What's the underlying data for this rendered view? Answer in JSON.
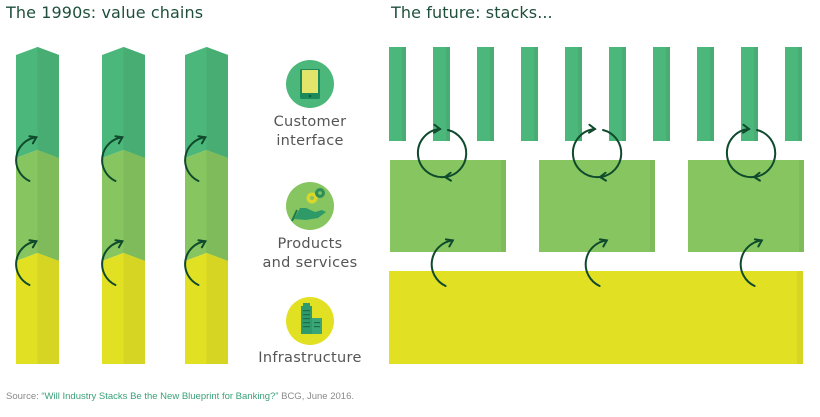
{
  "titles": {
    "left": "The 1990s: value chains",
    "right": "The future: stacks..."
  },
  "layers": [
    {
      "id": "customer-interface",
      "label_lines": [
        "Customer",
        "interface"
      ],
      "icon": "smartphone-icon",
      "color": "#4cb77a"
    },
    {
      "id": "products-and-services",
      "label_lines": [
        "Products",
        "and services"
      ],
      "icon": "hand-with-gears-icon",
      "color": "#86c55f"
    },
    {
      "id": "infrastructure",
      "label_lines": [
        "Infrastructure"
      ],
      "icon": "office-buildings-icon",
      "color": "#e1e023"
    }
  ],
  "value_chains": {
    "count": 3,
    "arrow_icon": "cycle-arrow-icon"
  },
  "stacks": {
    "customer_interface_bars": 10,
    "products_services_blocks": 3,
    "infrastructure_blocks": 1
  },
  "colors": {
    "dark_green": "#4cb77a",
    "dark_green_shade": "#47ad72",
    "light_green": "#86c55f",
    "light_green_shade": "#7fbb5a",
    "yellow": "#e1e023",
    "yellow_shade": "#d6d523",
    "arrow": "#0f4a2c",
    "title": "#1f4f3c",
    "source_link": "#3aa07a"
  },
  "source": {
    "prefix": "Source: ",
    "title": "“Will Industry Stacks Be the New Blueprint for Banking?”",
    "suffix": " BCG, June 2016."
  }
}
